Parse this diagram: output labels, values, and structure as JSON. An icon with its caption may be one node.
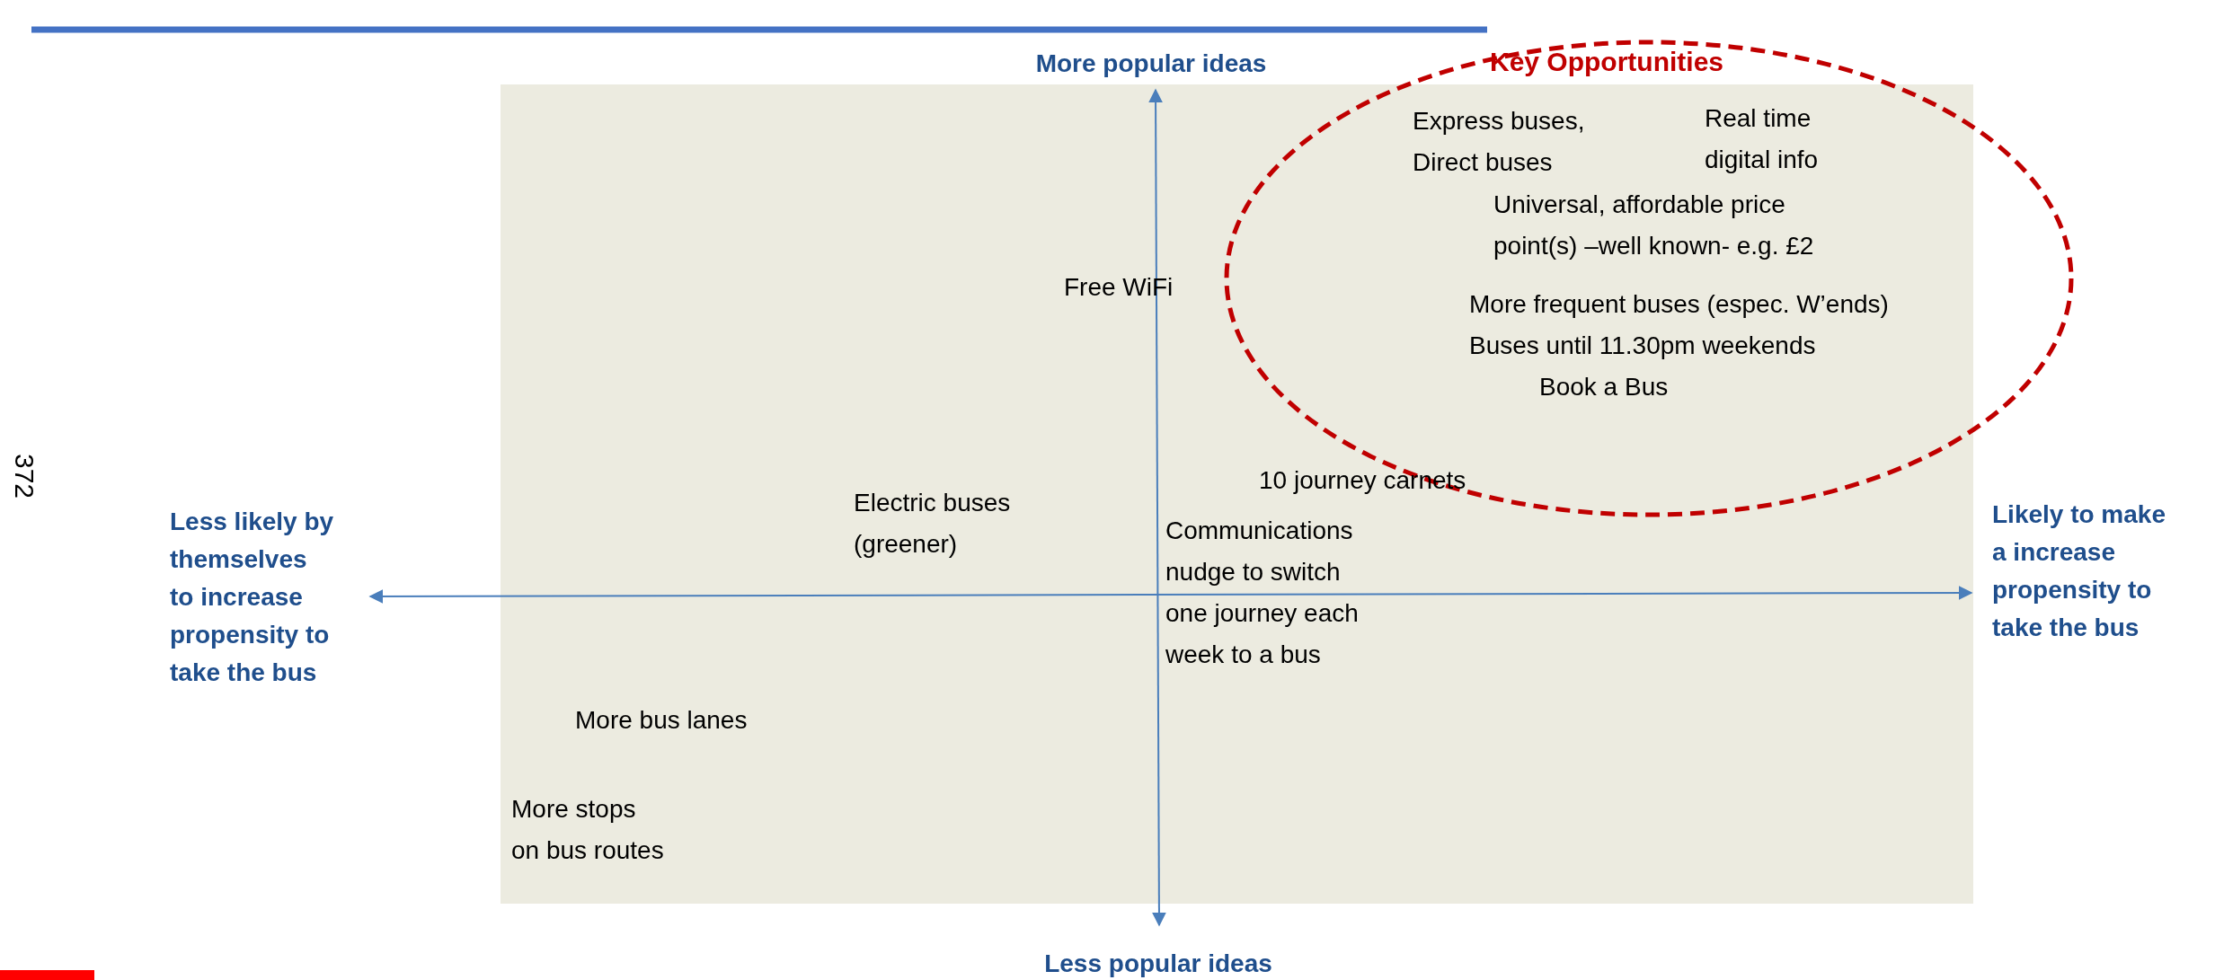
{
  "diagram": {
    "nodes": [
      {
        "text": [
          "Key Opportunities"
        ]
      }
    ],
    "edges": [],
    "labels": [
      "More popular ideas",
      "372",
      "Express buses, Direct buses",
      "Real time digital info",
      "Universal, affordable price point(s) –well known- e.g. £2",
      "Free WiFi",
      "More frequent buses (espec. W’ends)",
      "Buses until 11.30pm weekends",
      "Book a Bus",
      "10 journey carnets",
      "Electric buses (greener)",
      "Less likely by themselves to increase propensity to take the bus",
      "Communications nudge to switch one journey each week to a bus",
      "Likely to make a increase propensity to take the bus",
      "More bus lanes",
      "More stops on bus routes",
      "Less popular ideas"
    ]
  }
}
